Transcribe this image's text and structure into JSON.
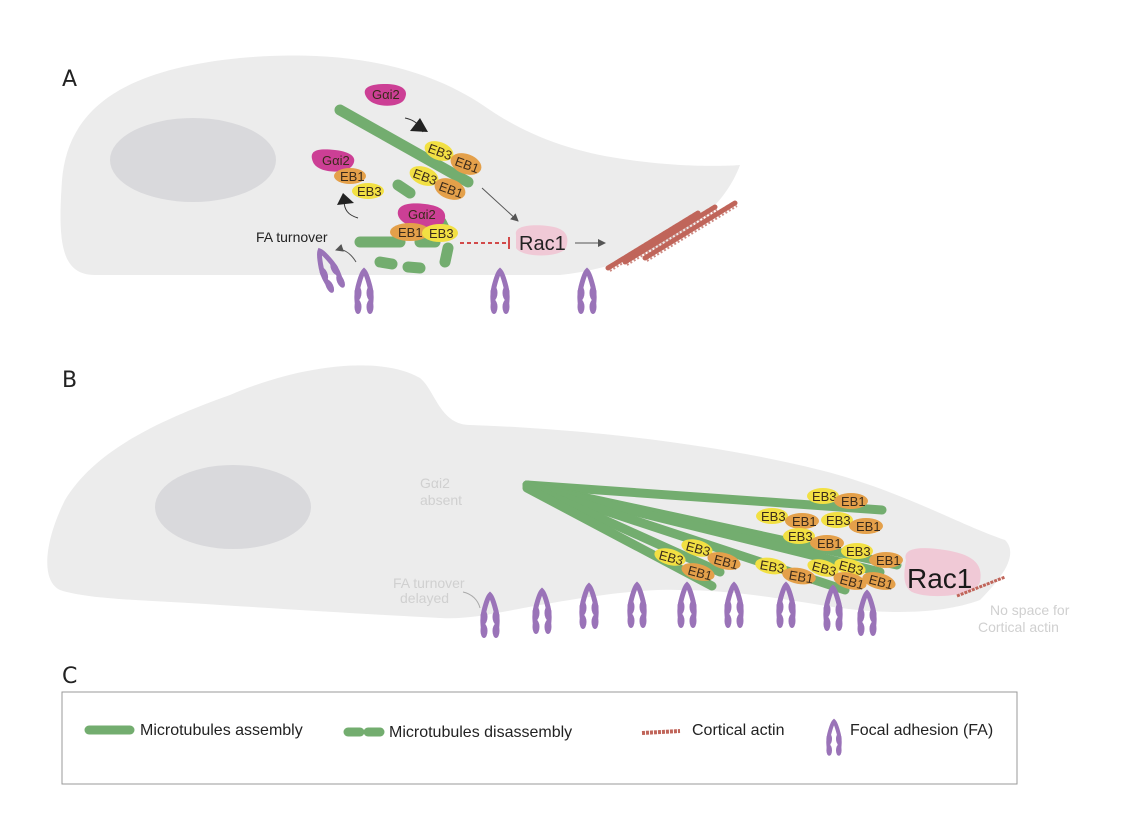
{
  "panels": {
    "a": {
      "label": "A",
      "gai2": "Gαi2",
      "eb1": "EB1",
      "eb3": "EB3",
      "rac1": "Rac1",
      "fa_turnover": "FA turnover"
    },
    "b": {
      "label": "B",
      "gai2_absent_line1": "Gαi2",
      "gai2_absent_line2": "absent",
      "eb1": "EB1",
      "eb3": "EB3",
      "rac1": "Rac1",
      "fa_delayed_line1": "FA turnover",
      "fa_delayed_line2": "delayed",
      "no_space_line1": "No space for",
      "no_space_line2": "Cortical actin"
    },
    "c": {
      "label": "C",
      "legend": [
        {
          "icon": "microtubule-solid-icon",
          "label": "Microtubules assembly"
        },
        {
          "icon": "microtubule-dashed-icon",
          "label": "Microtubules disassembly"
        },
        {
          "icon": "cortical-actin-icon",
          "label": "Cortical actin"
        },
        {
          "icon": "focal-adhesion-icon",
          "label": "Focal adhesion (FA)"
        }
      ]
    }
  },
  "colors": {
    "cell": "#ececec",
    "nucleus": "#d9d9dc",
    "microtubule": "#73ad6f",
    "gai2": "#cc3f95",
    "eb1": "#e4a04a",
    "eb3": "#f2e043",
    "rac1": "#f0c9d6",
    "actin": "#c0655a",
    "focal_adhesion": "#9a73b8",
    "inhibition": "#d24a4a"
  }
}
